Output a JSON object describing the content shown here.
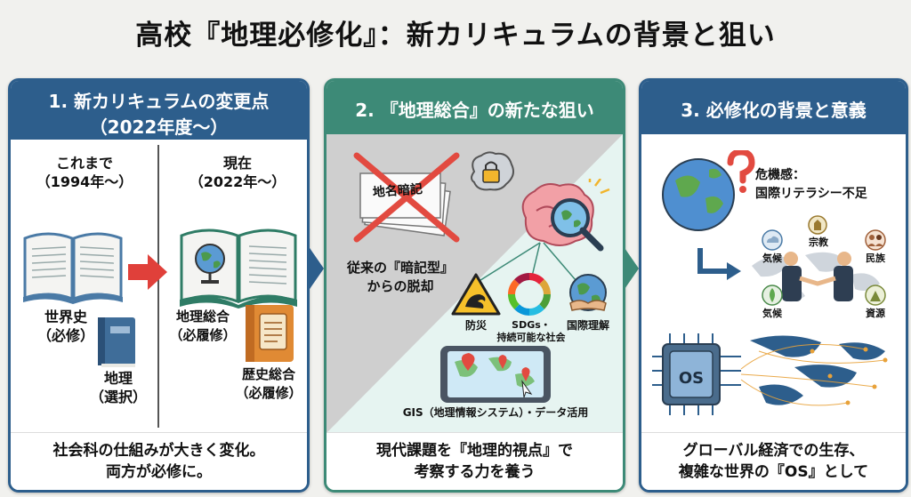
{
  "title": "高校『地理必修化』：新カリキュラムの背景と狙い",
  "panel1": {
    "header_line1": "1. 新カリキュラムの変更点",
    "header_line2": "（2022年度〜）",
    "before_title": "これまで",
    "before_year": "（1994年〜）",
    "now_title": "現在",
    "now_year": "（2022年〜）",
    "world_history": "世界史",
    "world_history_status": "（必修）",
    "geography": "地理",
    "geography_status": "（選択）",
    "geo_general": "地理総合",
    "geo_general_status": "（必履修）",
    "hist_general": "歴史総合",
    "hist_general_status": "（必履修）",
    "footer_line1": "社会科の仕組みが大きく変化。",
    "footer_line2": "両方が必修に。"
  },
  "panel2": {
    "header": "2. 『地理総合』の新たな狙い",
    "card_text": "地名暗記",
    "old_style_line1": "従来の『暗記型』",
    "old_style_line2": "からの脱却",
    "disaster": "防災",
    "sdgs_line1": "SDGs・",
    "sdgs_line2": "持続可能な社会",
    "intl": "国際理解",
    "gis": "GIS（地理情報システム）・データ活用",
    "footer_line1": "現代課題を『地理的視点』で",
    "footer_line2": "考察する力を養う"
  },
  "panel3": {
    "header": "3. 必修化の背景と意義",
    "crisis_line1": "危機感：",
    "crisis_line2": "国際リテラシー不足",
    "climate1": "気候",
    "religion": "宗教",
    "ethnicity": "民族",
    "climate2": "気候",
    "resources": "資源",
    "os_chip": "OS",
    "footer_line1": "グローバル経済での生存、",
    "footer_line2": "複雑な世界の『OS』として"
  },
  "colors": {
    "blue": "#2d5e8c",
    "teal": "#3d8a77",
    "red_arrow": "#e0403a"
  }
}
